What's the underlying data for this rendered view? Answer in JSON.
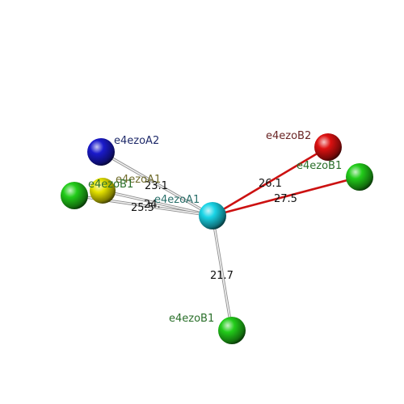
{
  "diagram": {
    "nodes": [
      {
        "id": "center",
        "label": "e4ezoA1",
        "color": "#19d4e6",
        "label_color": "#2a6f6a"
      },
      {
        "id": "blue",
        "label": "e4ezoA2",
        "color": "#1a1acc",
        "label_color": "#1f2a6a"
      },
      {
        "id": "yellow",
        "label": "e4ezoA1",
        "color": "#e5e200",
        "label_color": "#6f6b2a"
      },
      {
        "id": "green_left",
        "label": "e4ezoB1",
        "color": "#22cc1a",
        "label_color": "#2a6f2a"
      },
      {
        "id": "red",
        "label": "e4ezoB2",
        "color": "#dd1111",
        "label_color": "#6a2525"
      },
      {
        "id": "green_right",
        "label": "e4ezoB1",
        "color": "#22cc1a",
        "label_color": "#2a6f2a"
      },
      {
        "id": "green_bottom",
        "label": "e4ezoB1",
        "color": "#22cc1a",
        "label_color": "#2a6f2a"
      }
    ],
    "edges": [
      {
        "from": "center",
        "to": "blue",
        "label": "23.1",
        "color": "#c8c8c8"
      },
      {
        "from": "center",
        "to": "yellow",
        "label": "24.",
        "color": "#c8c8c8"
      },
      {
        "from": "center",
        "to": "green_left",
        "label": "25.5",
        "color": "#c8c8c8"
      },
      {
        "from": "center",
        "to": "red",
        "label": "26.1",
        "color": "#cc1111"
      },
      {
        "from": "center",
        "to": "green_right",
        "label": "27.5",
        "color": "#cc1111"
      },
      {
        "from": "center",
        "to": "green_bottom",
        "label": "21.7",
        "color": "#c8c8c8"
      }
    ]
  }
}
